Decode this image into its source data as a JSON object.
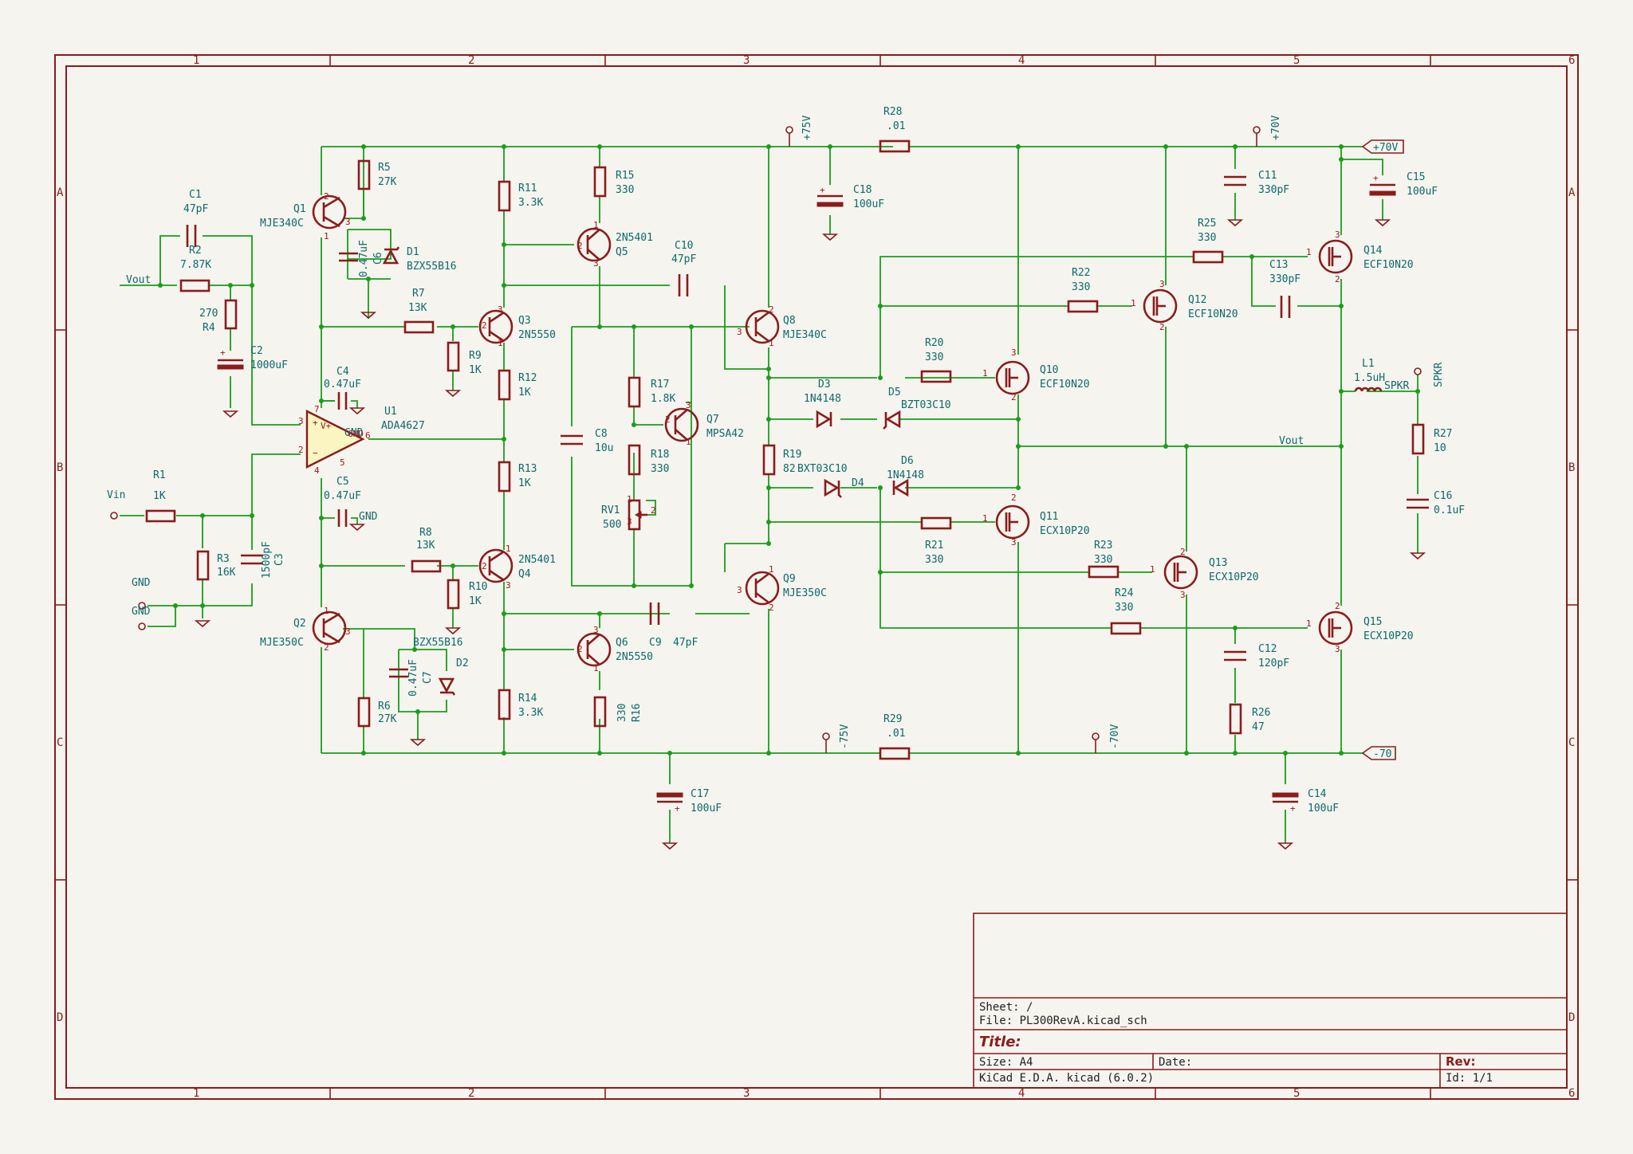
{
  "sheet": {
    "col_labels": [
      "1",
      "2",
      "3",
      "4",
      "5",
      "6"
    ],
    "row_labels": [
      "A",
      "B",
      "C",
      "D"
    ]
  },
  "title_block": {
    "sheet": "Sheet: /",
    "file": "File: PL300RevA.kicad_sch",
    "title": "Title:",
    "size": "Size: A4",
    "date": "Date:",
    "rev": "Rev:",
    "tool": "KiCad E.D.A.  kicad (6.0.2)",
    "id": "Id: 1/1"
  },
  "nets": {
    "vout_left": "Vout",
    "vout_right": "Vout",
    "vin": "Vin",
    "gnd1": "GND",
    "gnd2": "GND",
    "gnd_c4": "GND",
    "gnd_c5": "GND",
    "pwr_p75": "+75V",
    "pwr_p70": "+70V",
    "pwr_m75": "-75V",
    "pwr_m70": "-70V",
    "flag_p70": "+70V",
    "flag_m70": "-70",
    "spkr": "SPKR",
    "spkr_flag": "SPKR"
  },
  "components": {
    "C1": {
      "ref": "C1",
      "val": "47pF"
    },
    "R2": {
      "ref": "R2",
      "val": "7.87K"
    },
    "R4": {
      "ref": "R4",
      "val": "270"
    },
    "C2": {
      "ref": "C2",
      "val": "1000uF"
    },
    "Q1": {
      "ref": "Q1",
      "val": "MJE340C"
    },
    "R5": {
      "ref": "R5",
      "val": "27K"
    },
    "C6": {
      "ref": "C6",
      "val": "0.47uF"
    },
    "D1": {
      "ref": "D1",
      "val": "BZX55B16"
    },
    "R7": {
      "ref": "R7",
      "val": "13K"
    },
    "R9": {
      "ref": "R9",
      "val": "1K"
    },
    "C4": {
      "ref": "C4",
      "val": "0.47uF"
    },
    "U1": {
      "ref": "U1",
      "val": "ADA4627"
    },
    "C5": {
      "ref": "C5",
      "val": "0.47uF"
    },
    "R1": {
      "ref": "R1",
      "val": "1K"
    },
    "R3": {
      "ref": "R3",
      "val": "16K"
    },
    "C3": {
      "ref": "C3",
      "val": "1500pF"
    },
    "Q2": {
      "ref": "Q2",
      "val": "MJE350C"
    },
    "R6": {
      "ref": "R6",
      "val": "27K"
    },
    "C7": {
      "ref": "C7",
      "val": "0.47uF"
    },
    "D2": {
      "ref": "D2",
      "val": "BZX55B16"
    },
    "R8": {
      "ref": "R8",
      "val": "13K"
    },
    "R10": {
      "ref": "R10",
      "val": "1K"
    },
    "R11": {
      "ref": "R11",
      "val": "3.3K"
    },
    "R12": {
      "ref": "R12",
      "val": "1K"
    },
    "R13": {
      "ref": "R13",
      "val": "1K"
    },
    "R14": {
      "ref": "R14",
      "val": "3.3K"
    },
    "Q3": {
      "ref": "Q3",
      "val": "2N5550"
    },
    "Q4": {
      "ref": "Q4",
      "val": "2N5401"
    },
    "R15": {
      "ref": "R15",
      "val": "330"
    },
    "Q5": {
      "ref": "Q5",
      "val": "2N5401"
    },
    "C10": {
      "ref": "C10",
      "val": "47pF"
    },
    "C8": {
      "ref": "C8",
      "val": "10u"
    },
    "R17": {
      "ref": "R17",
      "val": "1.8K"
    },
    "Q7": {
      "ref": "Q7",
      "val": "MPSA42"
    },
    "R18": {
      "ref": "R18",
      "val": "330"
    },
    "RV1": {
      "ref": "RV1",
      "val": "500"
    },
    "Q6": {
      "ref": "Q6",
      "val": "2N5550"
    },
    "R16": {
      "ref": "R16",
      "val": "330"
    },
    "C9": {
      "ref": "C9",
      "val": "47pF"
    },
    "C17": {
      "ref": "C17",
      "val": "100uF"
    },
    "Q8": {
      "ref": "Q8",
      "val": "MJE340C"
    },
    "Q9": {
      "ref": "Q9",
      "val": "MJE350C"
    },
    "R19": {
      "ref": "R19",
      "val": "82"
    },
    "C18": {
      "ref": "C18",
      "val": "100uF"
    },
    "R28": {
      "ref": "R28",
      "val": ".01"
    },
    "R29": {
      "ref": "R29",
      "val": ".01"
    },
    "D3": {
      "ref": "D3",
      "val": "1N4148"
    },
    "D5": {
      "ref": "D5",
      "val": "BZT03C10"
    },
    "D4": {
      "ref": "D4",
      "val": "BXT03C10"
    },
    "D6": {
      "ref": "D6",
      "val": "1N4148"
    },
    "R20": {
      "ref": "R20",
      "val": "330"
    },
    "Q10": {
      "ref": "Q10",
      "val": "ECF10N20"
    },
    "R21": {
      "ref": "R21",
      "val": "330"
    },
    "Q11": {
      "ref": "Q11",
      "val": "ECX10P20"
    },
    "R22": {
      "ref": "R22",
      "val": "330"
    },
    "Q12": {
      "ref": "Q12",
      "val": "ECF10N20"
    },
    "R23": {
      "ref": "R23",
      "val": "330"
    },
    "Q13": {
      "ref": "Q13",
      "val": "ECX10P20"
    },
    "R24": {
      "ref": "R24",
      "val": "330"
    },
    "R25": {
      "ref": "R25",
      "val": "330"
    },
    "C11": {
      "ref": "C11",
      "val": "330pF"
    },
    "C13": {
      "ref": "C13",
      "val": "330pF"
    },
    "Q14": {
      "ref": "Q14",
      "val": "ECF10N20"
    },
    "C15": {
      "ref": "C15",
      "val": "100uF"
    },
    "C12": {
      "ref": "C12",
      "val": "120pF"
    },
    "R26": {
      "ref": "R26",
      "val": "47"
    },
    "Q15": {
      "ref": "Q15",
      "val": "ECX10P20"
    },
    "C14": {
      "ref": "C14",
      "val": "100uF"
    },
    "L1": {
      "ref": "L1",
      "val": "1.5uH"
    },
    "R27": {
      "ref": "R27",
      "val": "10"
    },
    "C16": {
      "ref": "C16",
      "val": "0.1uF"
    }
  }
}
